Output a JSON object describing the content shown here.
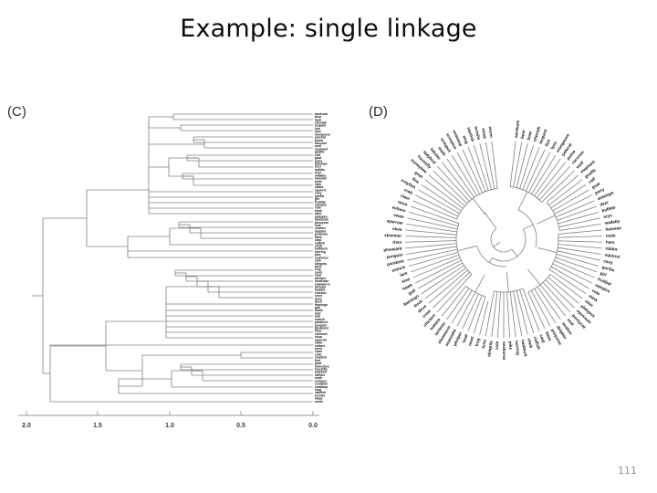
{
  "slide": {
    "title": "Example: single linkage",
    "page_number": "111",
    "background_color": "#ffffff",
    "title_color": "#0d0d0d",
    "page_number_color": "#8f8f8f"
  },
  "figure": {
    "panels": [
      {
        "id": "C",
        "label": "(C)",
        "type": "rectangular-dendrogram"
      },
      {
        "id": "D",
        "label": "(D)",
        "type": "circular-dendrogram"
      }
    ],
    "line_color": "#808080",
    "label_color": "#111111"
  },
  "chart_data": {
    "type": "dendrogram",
    "title": "Example: single linkage",
    "linkage": "single",
    "dataset_labels": [
      "aardvark",
      "bear",
      "boar",
      "cheetah",
      "leopard",
      "lion",
      "lynx",
      "mongoose",
      "polecat",
      "puma",
      "raccoon",
      "wolf",
      "elephant",
      "giraffe",
      "calf",
      "goat",
      "pony",
      "antelope",
      "deer",
      "buffalo",
      "oryx",
      "wallaby",
      "hamster",
      "mole",
      "hare",
      "rabbit",
      "squirrel",
      "cavy",
      "gorilla",
      "girl",
      "fruitbat",
      "vampire",
      "vole",
      "mink",
      "otter",
      "platypus",
      "opossum",
      "pussycat",
      "seal",
      "sealion",
      "dolphin",
      "porpoise",
      "bass",
      "carp",
      "catfish",
      "chub",
      "haddock",
      "herring",
      "pike",
      "seahorse",
      "sole",
      "stingray",
      "tuna",
      "frog",
      "newt",
      "toad",
      "pitviper",
      "seasnake",
      "slowworm",
      "tortoise",
      "tuatara",
      "chicken",
      "crow",
      "dove",
      "duck",
      "flamingo",
      "gull",
      "hawk",
      "kiwi",
      "lark",
      "ostrich",
      "parakeet",
      "penguin",
      "pheasant",
      "rhea",
      "skimmer",
      "skua",
      "sparrow",
      "swan",
      "vulture",
      "wren",
      "clam",
      "crab",
      "crayfish",
      "flea",
      "gnat",
      "honeybee",
      "housefly",
      "ladybird",
      "lobster",
      "moth",
      "octopus",
      "scorpion",
      "seawasp",
      "slug",
      "starfish",
      "termite",
      "wasp",
      "worm"
    ],
    "panel_c": {
      "type": "rectangular-dendrogram",
      "orientation": "horizontal-right-to-left",
      "axis": {
        "ticks": [
          "2.0",
          "1.5",
          "1.0",
          "0.5",
          "0.0"
        ],
        "tick_values": [
          2.0,
          1.5,
          1.0,
          0.5,
          0.0
        ],
        "range": [
          2.0,
          0.0
        ],
        "direction": "reversed",
        "position": "bottom"
      }
    },
    "panel_d": {
      "type": "circular-dendrogram",
      "orientation": "radial",
      "visible_leaf_labels": [
        "frog",
        "aardvark",
        "bear",
        "boar",
        "cheetah",
        "chub",
        "catfish",
        "bass",
        "dolphin",
        "porpoise"
      ]
    }
  }
}
